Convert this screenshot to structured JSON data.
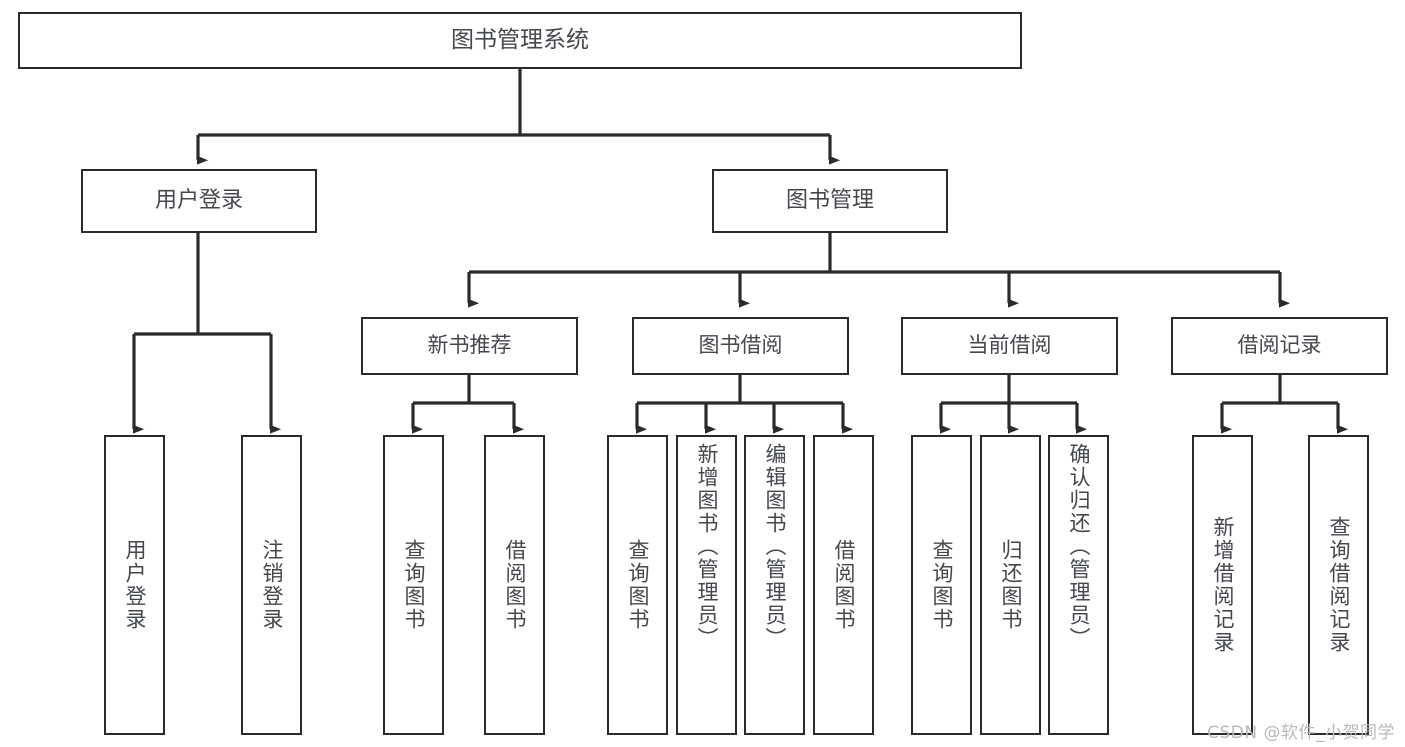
{
  "diagram": {
    "title": "图书管理系统",
    "type": "hierarchy-tree",
    "watermark": "CSDN @软件_小贺同学",
    "colors": {
      "background": "#ffffff",
      "box_border": "#2b2b2b",
      "box_fill": "#ffffff",
      "text": "#44484d",
      "connector": "#2b2b2b",
      "watermark": "#b9b9b9"
    },
    "root": {
      "label": "图书管理系统"
    },
    "level1": [
      {
        "label": "用户登录"
      },
      {
        "label": "图书管理"
      }
    ],
    "level2": [
      {
        "label": "新书推荐"
      },
      {
        "label": "图书借阅"
      },
      {
        "label": "当前借阅"
      },
      {
        "label": "借阅记录"
      }
    ],
    "leaves": {
      "user_login": [
        {
          "label": "用户登录"
        },
        {
          "label": "注销登录"
        }
      ],
      "new_book_recommend": [
        {
          "label": "查询图书"
        },
        {
          "label": "借阅图书"
        }
      ],
      "book_borrow": [
        {
          "label": "查询图书"
        },
        {
          "label": "新增图书（管理员）"
        },
        {
          "label": "编辑图书（管理员）"
        },
        {
          "label": "借阅图书"
        }
      ],
      "current_borrow": [
        {
          "label": "查询图书"
        },
        {
          "label": "归还图书"
        },
        {
          "label": "确认归还（管理员）"
        }
      ],
      "borrow_record": [
        {
          "label": "新增借阅记录"
        },
        {
          "label": "查询借阅记录"
        }
      ]
    }
  }
}
